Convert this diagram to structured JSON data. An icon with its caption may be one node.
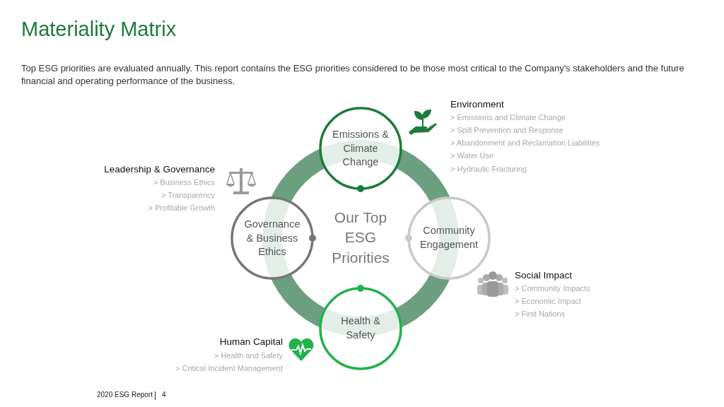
{
  "diagram": {
    "title": "Materiality Matrix",
    "nodes": [
      {
        "text": [
          "Our Top ESG Priorities"
        ]
      },
      {
        "text": [
          "Emissions & Climate Change"
        ]
      },
      {
        "text": [
          "Community Engagement"
        ]
      },
      {
        "text": [
          "Health & Safety"
        ]
      },
      {
        "text": [
          "Governance & Business Ethics"
        ]
      }
    ],
    "edges": [],
    "labels": [
      "Top ESG priorities are evaluated annually.  This report contains the ESG priorities considered to be those most critical to the Company's stakeholders and the future financial and operating performance of the business.",
      "Environment",
      "> Emissions and Climate Change",
      "> Spill Prevention and Response",
      "> Abandonment and Reclamation Liabilities",
      "> Water Use",
      "> Hydraulic Fracturing",
      "Leadership & Governance",
      "> Business Ethics",
      "> Transparency",
      "> Profitable Growth",
      "Social Impact",
      "> Community Impacts",
      "> Economic Impact",
      "> First Nations",
      "Human Capital",
      "> Health and Safety",
      "> Critical Incident Management",
      "2020 ESG Report",
      "4"
    ]
  }
}
